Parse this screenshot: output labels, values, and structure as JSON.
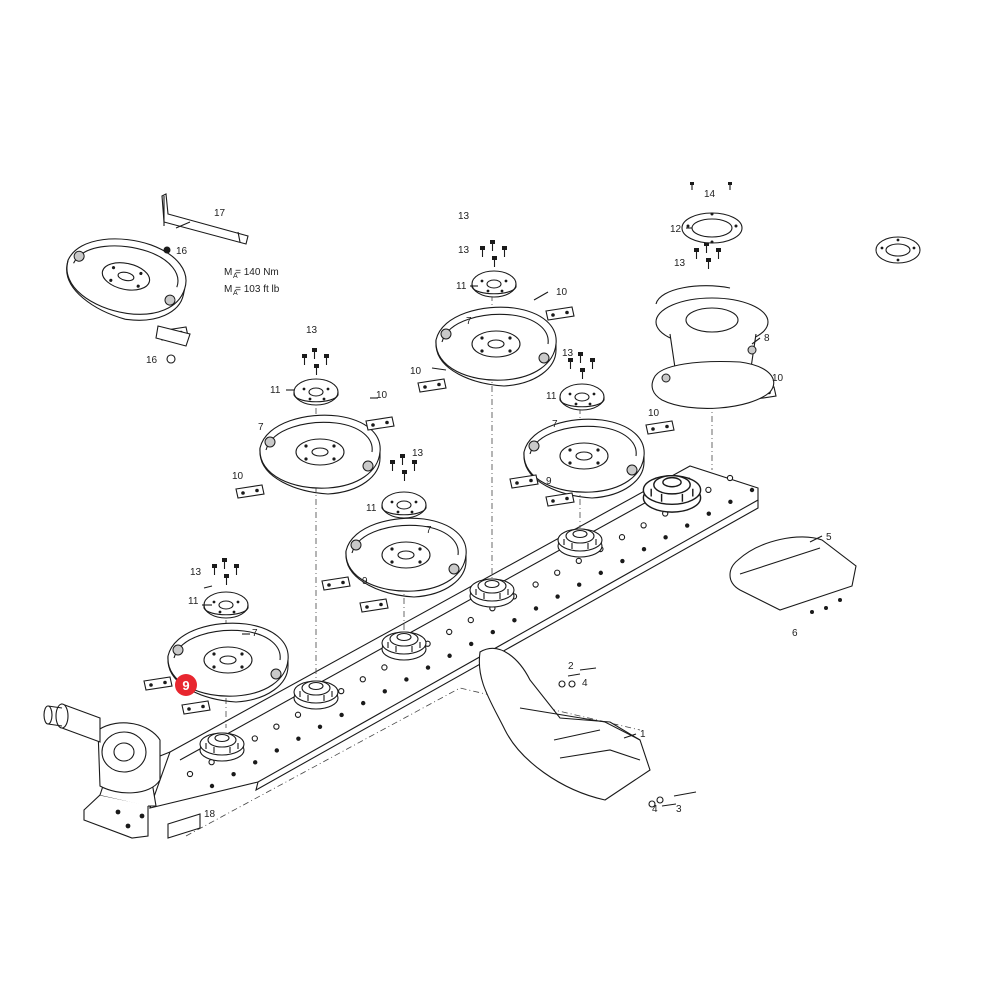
{
  "torque": {
    "line1": "M  = 140 Nm",
    "line2": "M  = 103 ft lb",
    "sub": "A"
  },
  "highlight": {
    "label": "9",
    "color": "#e8262f"
  },
  "callouts": {
    "c1": "1",
    "c2": "2",
    "c3": "3",
    "c4a": "4",
    "c4b": "4",
    "c5": "5",
    "c6": "6",
    "c7a": "7",
    "c7b": "7",
    "c7c": "7",
    "c7d": "7",
    "c7e": "7",
    "c8": "8",
    "c9a": "9",
    "c9b": "9",
    "c10a": "10",
    "c10b": "10",
    "c10c": "10",
    "c10d": "10",
    "c10e": "10",
    "c10f": "10",
    "c11a": "11",
    "c11b": "11",
    "c11c": "11",
    "c11d": "11",
    "c11e": "11",
    "c12": "12",
    "c13a": "13",
    "c13b": "13",
    "c13c": "13",
    "c13d": "13",
    "c13e": "13",
    "c13f": "13",
    "c13g": "13",
    "c14": "14",
    "c16a": "16",
    "c16b": "16",
    "c17": "17",
    "c18": "18"
  }
}
